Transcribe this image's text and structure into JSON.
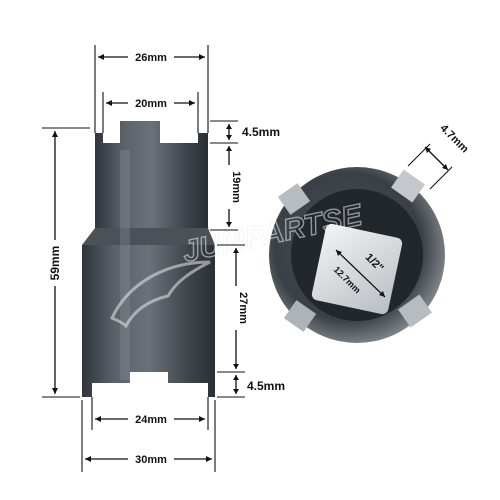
{
  "dimensions": {
    "top_outer_width": "26mm",
    "top_inner_width": "20mm",
    "top_slot_depth": "4.5mm",
    "upper_section_height": "19mm",
    "overall_height": "59mm",
    "lower_section_height": "27mm",
    "bottom_slot_depth": "4.5mm",
    "bottom_inner_width": "24mm",
    "bottom_outer_width": "30mm",
    "slot_width": "4.7mm",
    "drive_size_imperial": "1/2\"",
    "drive_size_metric": "12.7mm"
  },
  "watermark": "JUMPARTSE",
  "colors": {
    "steel_dark": "#3d4349",
    "steel_mid": "#5a6168",
    "steel_light": "#9aa0a6",
    "inner_face": "#c9cdd1"
  }
}
